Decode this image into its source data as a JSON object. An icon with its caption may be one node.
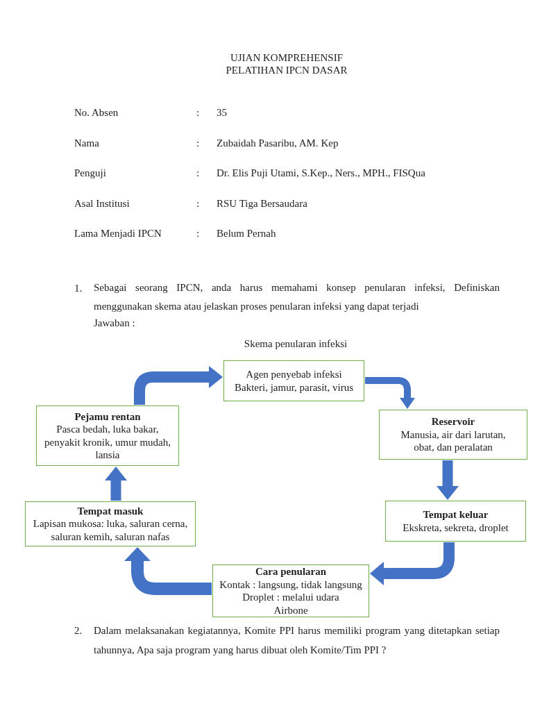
{
  "diagram": {
    "title": "UJIAN KOMPREHENSIF PELATIHAN IPCN DASAR",
    "nodes": [
      {
        "text": [
          "Agen penyebab infeksi",
          "Bakteri, jamur, parasit, virus"
        ]
      },
      {
        "text": [
          "Pejamu rentan",
          "Pasca bedah, luka bakar, penyakit kronik, umur mudah, lansia"
        ]
      },
      {
        "text": [
          "Reservoir",
          "Manusia, air dari larutan, obat, dan peralatan"
        ]
      },
      {
        "text": [
          "Tempat masuk",
          "Lapisan mukosa: luka, saluran cerna, saluran kemih, saluran nafas"
        ]
      },
      {
        "text": [
          "Tempat keluar",
          "Ekskreta, sekreta, droplet"
        ]
      },
      {
        "text": [
          "Cara penularan",
          "Kontak : langsung, tidak langsung",
          "Droplet : melalui udara",
          "Airbone"
        ]
      }
    ],
    "edges": [
      {
        "from": 0,
        "to": 2,
        "arrow": "to"
      },
      {
        "from": 2,
        "to": 4,
        "arrow": "to"
      },
      {
        "from": 4,
        "to": 5,
        "arrow": "to"
      },
      {
        "from": 5,
        "to": 3,
        "arrow": "to"
      },
      {
        "from": 3,
        "to": 1,
        "arrow": "to"
      },
      {
        "from": 1,
        "to": 0,
        "arrow": "to"
      }
    ],
    "labels": [
      "No. Absen",
      ":",
      "35",
      "Nama",
      ":",
      "Zubaidah Pasaribu, AM. Kep",
      "Penguji",
      ":",
      "Dr. Elis Puji Utami, S.Kep., Ners., MPH., FISQua",
      "Asal Institusi",
      ":",
      "RSU Tiga Bersaudara",
      "Lama Menjadi IPCN",
      ":",
      "Belum Pernah",
      "1.",
      "Sebagai seorang IPCN, anda harus memahami konsep penularan infeksi, Definiskan menggunakan skema atau jelaskan proses penularan infeksi yang dapat terjadi",
      "Jawaban :",
      "Skema penularan infeksi",
      "2.",
      "Dalam melaksanakan kegiatannya, Komite PPI harus memiliki program yang ditetapkan setiap tahunnya, Apa saja program yang harus dibuat oleh Komite/Tim PPI ?"
    ]
  }
}
